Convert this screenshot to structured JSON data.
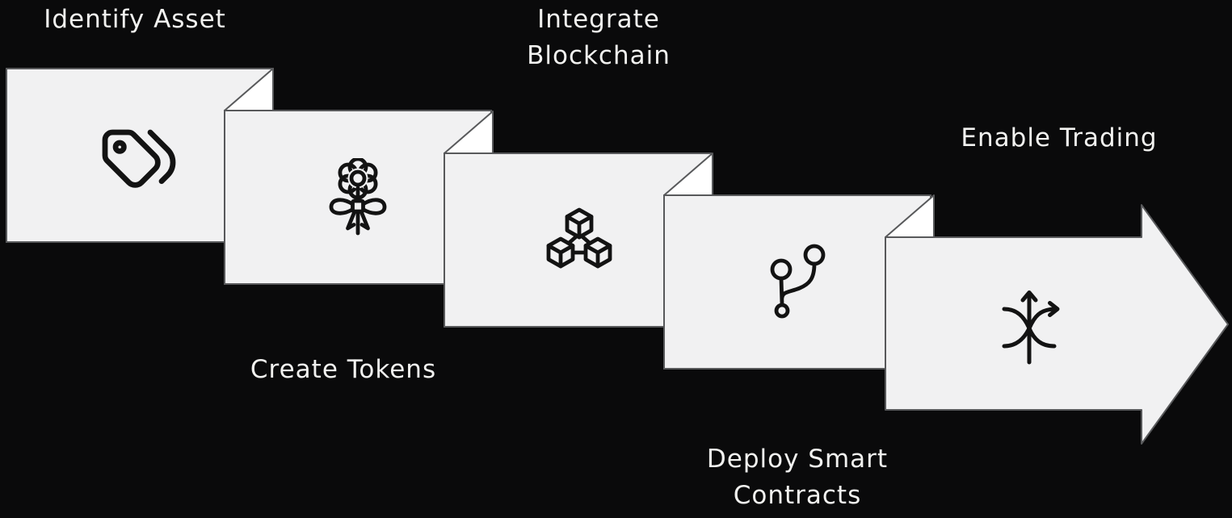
{
  "diagram": {
    "kind": "staggered-process-flow",
    "step_count": 5,
    "steps": [
      {
        "label": "Identify Asset",
        "icon": "price-tags-icon",
        "shape": "folded-panel"
      },
      {
        "label": "Create Tokens",
        "icon": "flower-ribbon-icon",
        "shape": "folded-panel"
      },
      {
        "label": "Integrate Blockchain",
        "icon": "blockchain-cubes-icon",
        "shape": "folded-panel"
      },
      {
        "label": "Deploy Smart Contracts",
        "icon": "git-branch-icon",
        "shape": "folded-panel"
      },
      {
        "label": "Enable Trading",
        "icon": "shuffle-arrows-icon",
        "shape": "right-arrow"
      }
    ],
    "colors": {
      "background": "#0a0a0b",
      "panel_fill": "#f1f1f2",
      "panel_border": "#58595b",
      "fold_fill": "#ffffff",
      "icon_stroke": "#131313",
      "label_text": "#f2f2f0"
    }
  }
}
